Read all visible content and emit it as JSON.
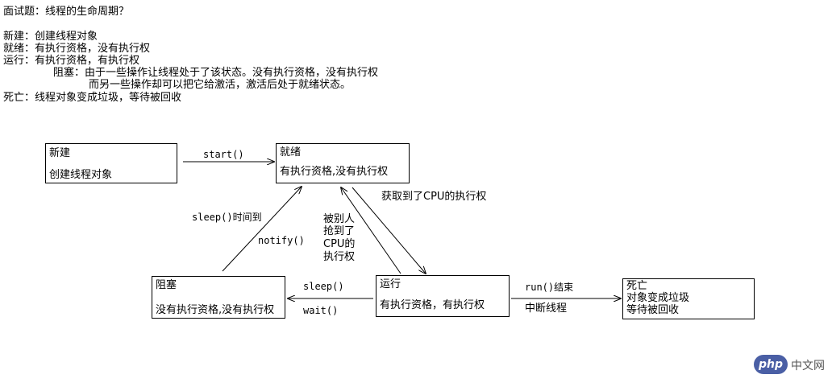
{
  "header": {
    "question": "面试题：线程的生命周期？",
    "state_new": "新建：创建线程对象",
    "state_ready": "就绪：有执行资格，没有执行权",
    "state_running": "运行：有执行资格，有执行权",
    "state_blocked_1": "阻塞：由于一些操作让线程处于了该状态。没有执行资格，没有执行权",
    "state_blocked_2": "而另一些操作却可以把它给激活，激活后处于就绪状态。",
    "state_dead": "死亡：线程对象变成垃圾，等待被回收"
  },
  "nodes": {
    "new": {
      "title": "新建",
      "desc": "创建线程对象"
    },
    "ready": {
      "title": "就绪",
      "desc": "有执行资格,没有执行权"
    },
    "blocked": {
      "title": "阻塞",
      "desc": "没有执行资格,没有执行权"
    },
    "running": {
      "title": "运行",
      "desc": "有执行资格，有执行权"
    },
    "dead": {
      "title": "死亡",
      "desc1": "对象变成垃圾",
      "desc2": "等待被回收"
    }
  },
  "edges": {
    "start": "start()",
    "got_cpu": "获取到了CPU的执行权",
    "preempted_1": "被别人",
    "preempted_2": "抢到了",
    "preempted_3": "CPU的",
    "preempted_4": "执行权",
    "sleep_time": "sleep()时间到",
    "notify": "notify()",
    "sleep": "sleep()",
    "wait": "wait()",
    "run_end": "run()结束",
    "interrupt": "中断线程"
  },
  "watermark": {
    "logo": "php",
    "text": "中文网"
  }
}
